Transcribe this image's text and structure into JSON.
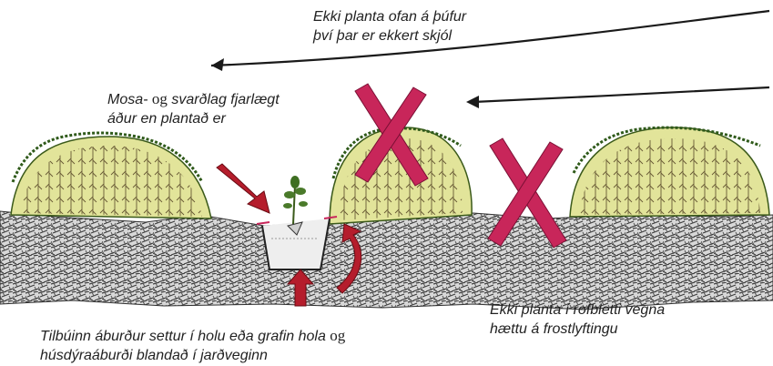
{
  "labels": {
    "no_mound_line1": "Ekki planta ofan á þúfur",
    "no_mound_line2": "því þar er ekkert skjól",
    "moss_prefix": "Mosa-",
    "moss_og": "og",
    "moss_suffix": "svarðlag fjarlægt",
    "moss_line2": "áður en plantað er",
    "no_frost_line1": "Ekki planta í rofbletti vegna",
    "no_frost_line2": "hættu á frostlyftingu",
    "fert_line1": "Tilbúinn áburður settur í holu eða grafin hola",
    "fert_og": "og",
    "fert_line2": "húsdýraáburði blandað í jarðveginn"
  },
  "colors": {
    "cross": "#c8265a",
    "arrow_red": "#b51d2c",
    "grass": "#e2e49a",
    "roots": "#5a4a2a",
    "soil": "#4a4a4a",
    "wind": "#1a1a1a"
  }
}
